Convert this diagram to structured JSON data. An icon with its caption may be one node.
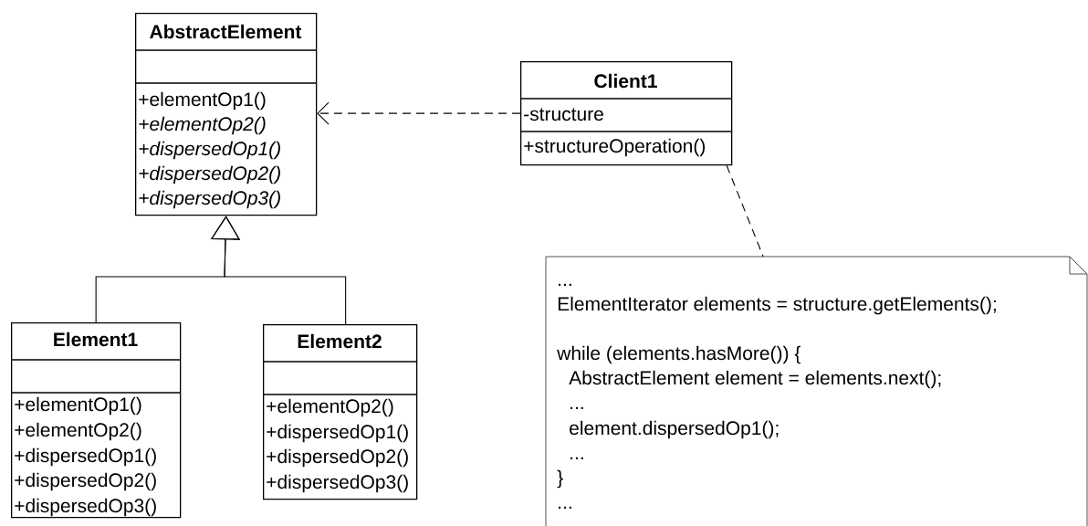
{
  "diagram": {
    "nodes": [
      {
        "text": [
          "AbstractElement",
          "+elementOp1()",
          "+elementOp2()",
          "+dispersedOp1()",
          "+dispersedOp2()",
          "+dispersedOp3()"
        ]
      },
      {
        "text": [
          "Element1",
          "+elementOp1()",
          "+elementOp2()",
          "+dispersedOp1()",
          "+dispersedOp2()",
          "+dispersedOp3()"
        ]
      },
      {
        "text": [
          "Element2",
          "+elementOp2()",
          "+dispersedOp1()",
          "+dispersedOp2()",
          "+dispersedOp3()"
        ]
      },
      {
        "text": [
          "Client1",
          "-structure",
          "+structureOperation()"
        ]
      },
      {
        "text": [
          "...",
          "ElementIterator elements = structure.getElements();",
          "while (elements.hasMore()) {",
          "AbstractElement element = elements.next();",
          "...",
          "element.dispersedOp1();",
          "...",
          "}",
          "..."
        ]
      }
    ],
    "edges": [
      {
        "from": 1,
        "to": 0,
        "arrow": "to"
      },
      {
        "from": 2,
        "to": 0,
        "arrow": "to"
      },
      {
        "from": 3,
        "to": 0,
        "arrow": "to",
        "style": "dashed"
      },
      {
        "from": 3,
        "to": 4,
        "arrow": "none",
        "style": "dashed"
      }
    ]
  }
}
